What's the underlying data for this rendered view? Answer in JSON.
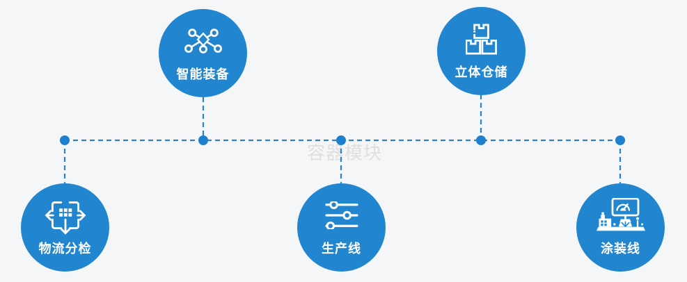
{
  "diagram": {
    "watermark": "容器模块",
    "nodes": [
      {
        "label": "智能装备",
        "icon": "network-nodes-icon",
        "row": "top"
      },
      {
        "label": "立体仓储",
        "icon": "stacked-boxes-icon",
        "row": "top"
      },
      {
        "label": "物流分检",
        "icon": "sort-distribute-icon",
        "row": "bottom"
      },
      {
        "label": "生产线",
        "icon": "sliders-icon",
        "row": "bottom"
      },
      {
        "label": "涂装线",
        "icon": "control-station-icon",
        "row": "bottom"
      }
    ],
    "colors": {
      "node_fill": "#2185d0",
      "icon": "#ffffff",
      "connector_line": "#2e81c4",
      "junction_dot": "#1e7fce",
      "background": "#f5f6f7",
      "watermark": "#dfdfe2"
    }
  }
}
